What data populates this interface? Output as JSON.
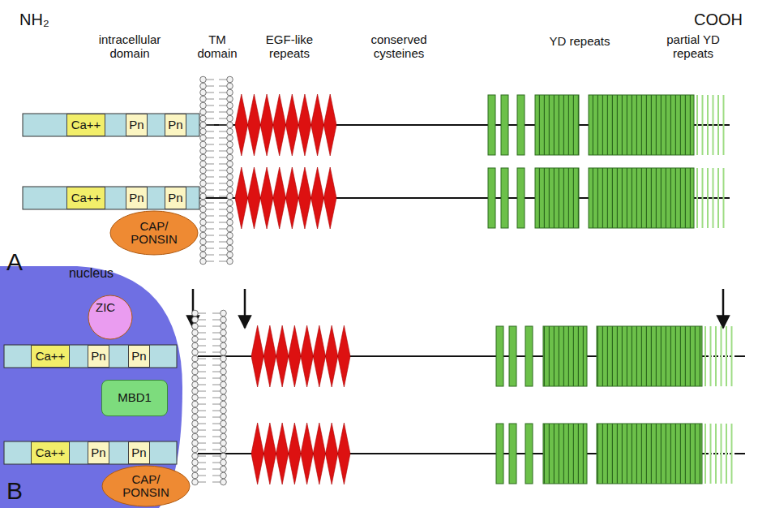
{
  "diagram": {
    "nodes": [
      {
        "text": [
          "Ca++"
        ]
      },
      {
        "text": [
          "Pn"
        ]
      },
      {
        "text": [
          "Pn"
        ]
      },
      {
        "text": [
          "Ca++"
        ]
      },
      {
        "text": [
          "Pn"
        ]
      },
      {
        "text": [
          "Pn"
        ]
      },
      {
        "text": [
          "CAP/ PONSIN"
        ]
      },
      {
        "text": [
          "nucleus"
        ]
      },
      {
        "text": [
          "ZIC"
        ],
        "in": 7
      },
      {
        "text": [
          "Ca++"
        ],
        "in": 7
      },
      {
        "text": [
          "Pn"
        ],
        "in": 7
      },
      {
        "text": [
          "Pn"
        ],
        "in": 7
      },
      {
        "text": [
          "MBD1"
        ],
        "in": 7
      },
      {
        "text": [
          "Ca++"
        ],
        "in": 7
      },
      {
        "text": [
          "Pn"
        ],
        "in": 7
      },
      {
        "text": [
          "Pn"
        ],
        "in": 7
      },
      {
        "text": [
          "CAP/ PONSIN"
        ],
        "in": 7
      }
    ],
    "labels": [
      "NH₂",
      "intracellular domain",
      "TM domain",
      "EGF-like repeats",
      "conserved cysteines",
      "YD repeats",
      "partial YD repeats",
      "COOH",
      "A",
      "B"
    ]
  }
}
